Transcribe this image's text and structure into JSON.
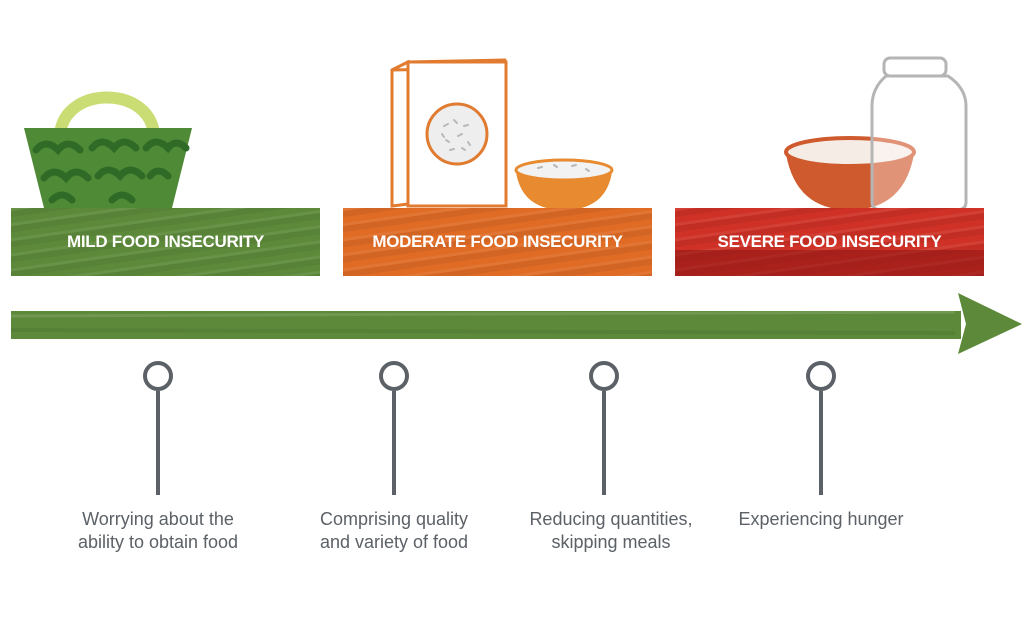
{
  "stages": [
    {
      "label": "MILD FOOD INSECURITY",
      "color": "#5d8a3a"
    },
    {
      "label": "MODERATE FOOD INSECURITY",
      "color": "#df6b25"
    },
    {
      "label": "SEVERE FOOD INSECURITY",
      "color": "#cf3126"
    }
  ],
  "milestones": [
    {
      "text": "Worrying about the ability to obtain food"
    },
    {
      "text": "Comprising quality and variety of food"
    },
    {
      "text": "Reducing quantities, skipping meals"
    },
    {
      "text": "Experiencing hunger"
    }
  ],
  "icons": [
    "basket-icon",
    "cereal-box-icon",
    "rice-bowl-icon",
    "empty-bowl-icon",
    "empty-jar-icon",
    "arrow-icon"
  ],
  "colors": {
    "arrow": "#5d8a3a",
    "pin": "#5b6167",
    "caption": "#5b6167"
  }
}
